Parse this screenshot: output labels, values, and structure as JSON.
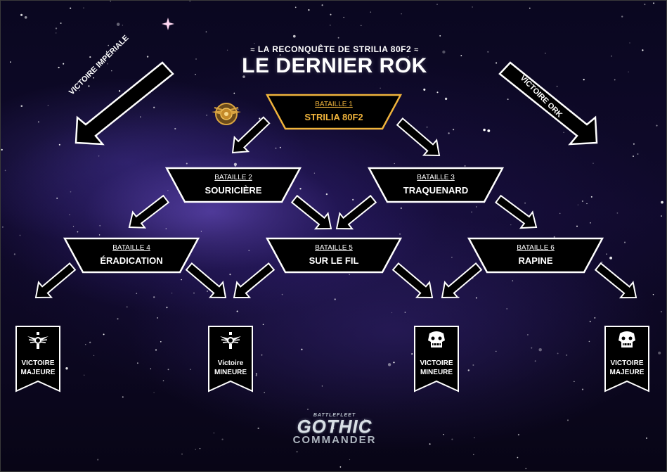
{
  "header": {
    "subtitle": "LA RECONQUÊTE DE STRILIA 80F2",
    "title": "LE DERNIER ROK"
  },
  "side_labels": {
    "left": "VICTOIRE IMPÉRIALE",
    "right": "VICTOIRE ORK"
  },
  "battles": [
    {
      "label": "BATAILLE 1",
      "name": "STRILIA 80F2",
      "highlight": true
    },
    {
      "label": "BATAILLE 2",
      "name": "SOURICIÈRE",
      "highlight": false
    },
    {
      "label": "BATAILLE 3",
      "name": "TRAQUENARD",
      "highlight": false
    },
    {
      "label": "BATAILLE 4",
      "name": "ÉRADICATION",
      "highlight": false
    },
    {
      "label": "BATAILLE 5",
      "name": "SUR LE FIL",
      "highlight": false
    },
    {
      "label": "BATAILLE 6",
      "name": "RAPINE",
      "highlight": false
    }
  ],
  "outcomes": [
    {
      "line1": "VICTOIRE",
      "line2": "MAJEURE",
      "faction_icon": "imperial-aquila-icon"
    },
    {
      "line1": "Victoire",
      "line2": "MINEURE",
      "faction_icon": "imperial-aquila-icon"
    },
    {
      "line1": "VICTOIRE",
      "line2": "MINEURE",
      "faction_icon": "ork-skull-icon"
    },
    {
      "line1": "VICTOIRE",
      "line2": "MAJEURE",
      "faction_icon": "ork-skull-icon"
    }
  ],
  "footer_logo": {
    "line1": "BATTLEFLEET",
    "line2": "GOTHIC",
    "line3": "COMMANDER"
  },
  "colors": {
    "highlight": "#f0b43c",
    "node_fill": "#000000",
    "node_stroke": "#ffffff"
  }
}
